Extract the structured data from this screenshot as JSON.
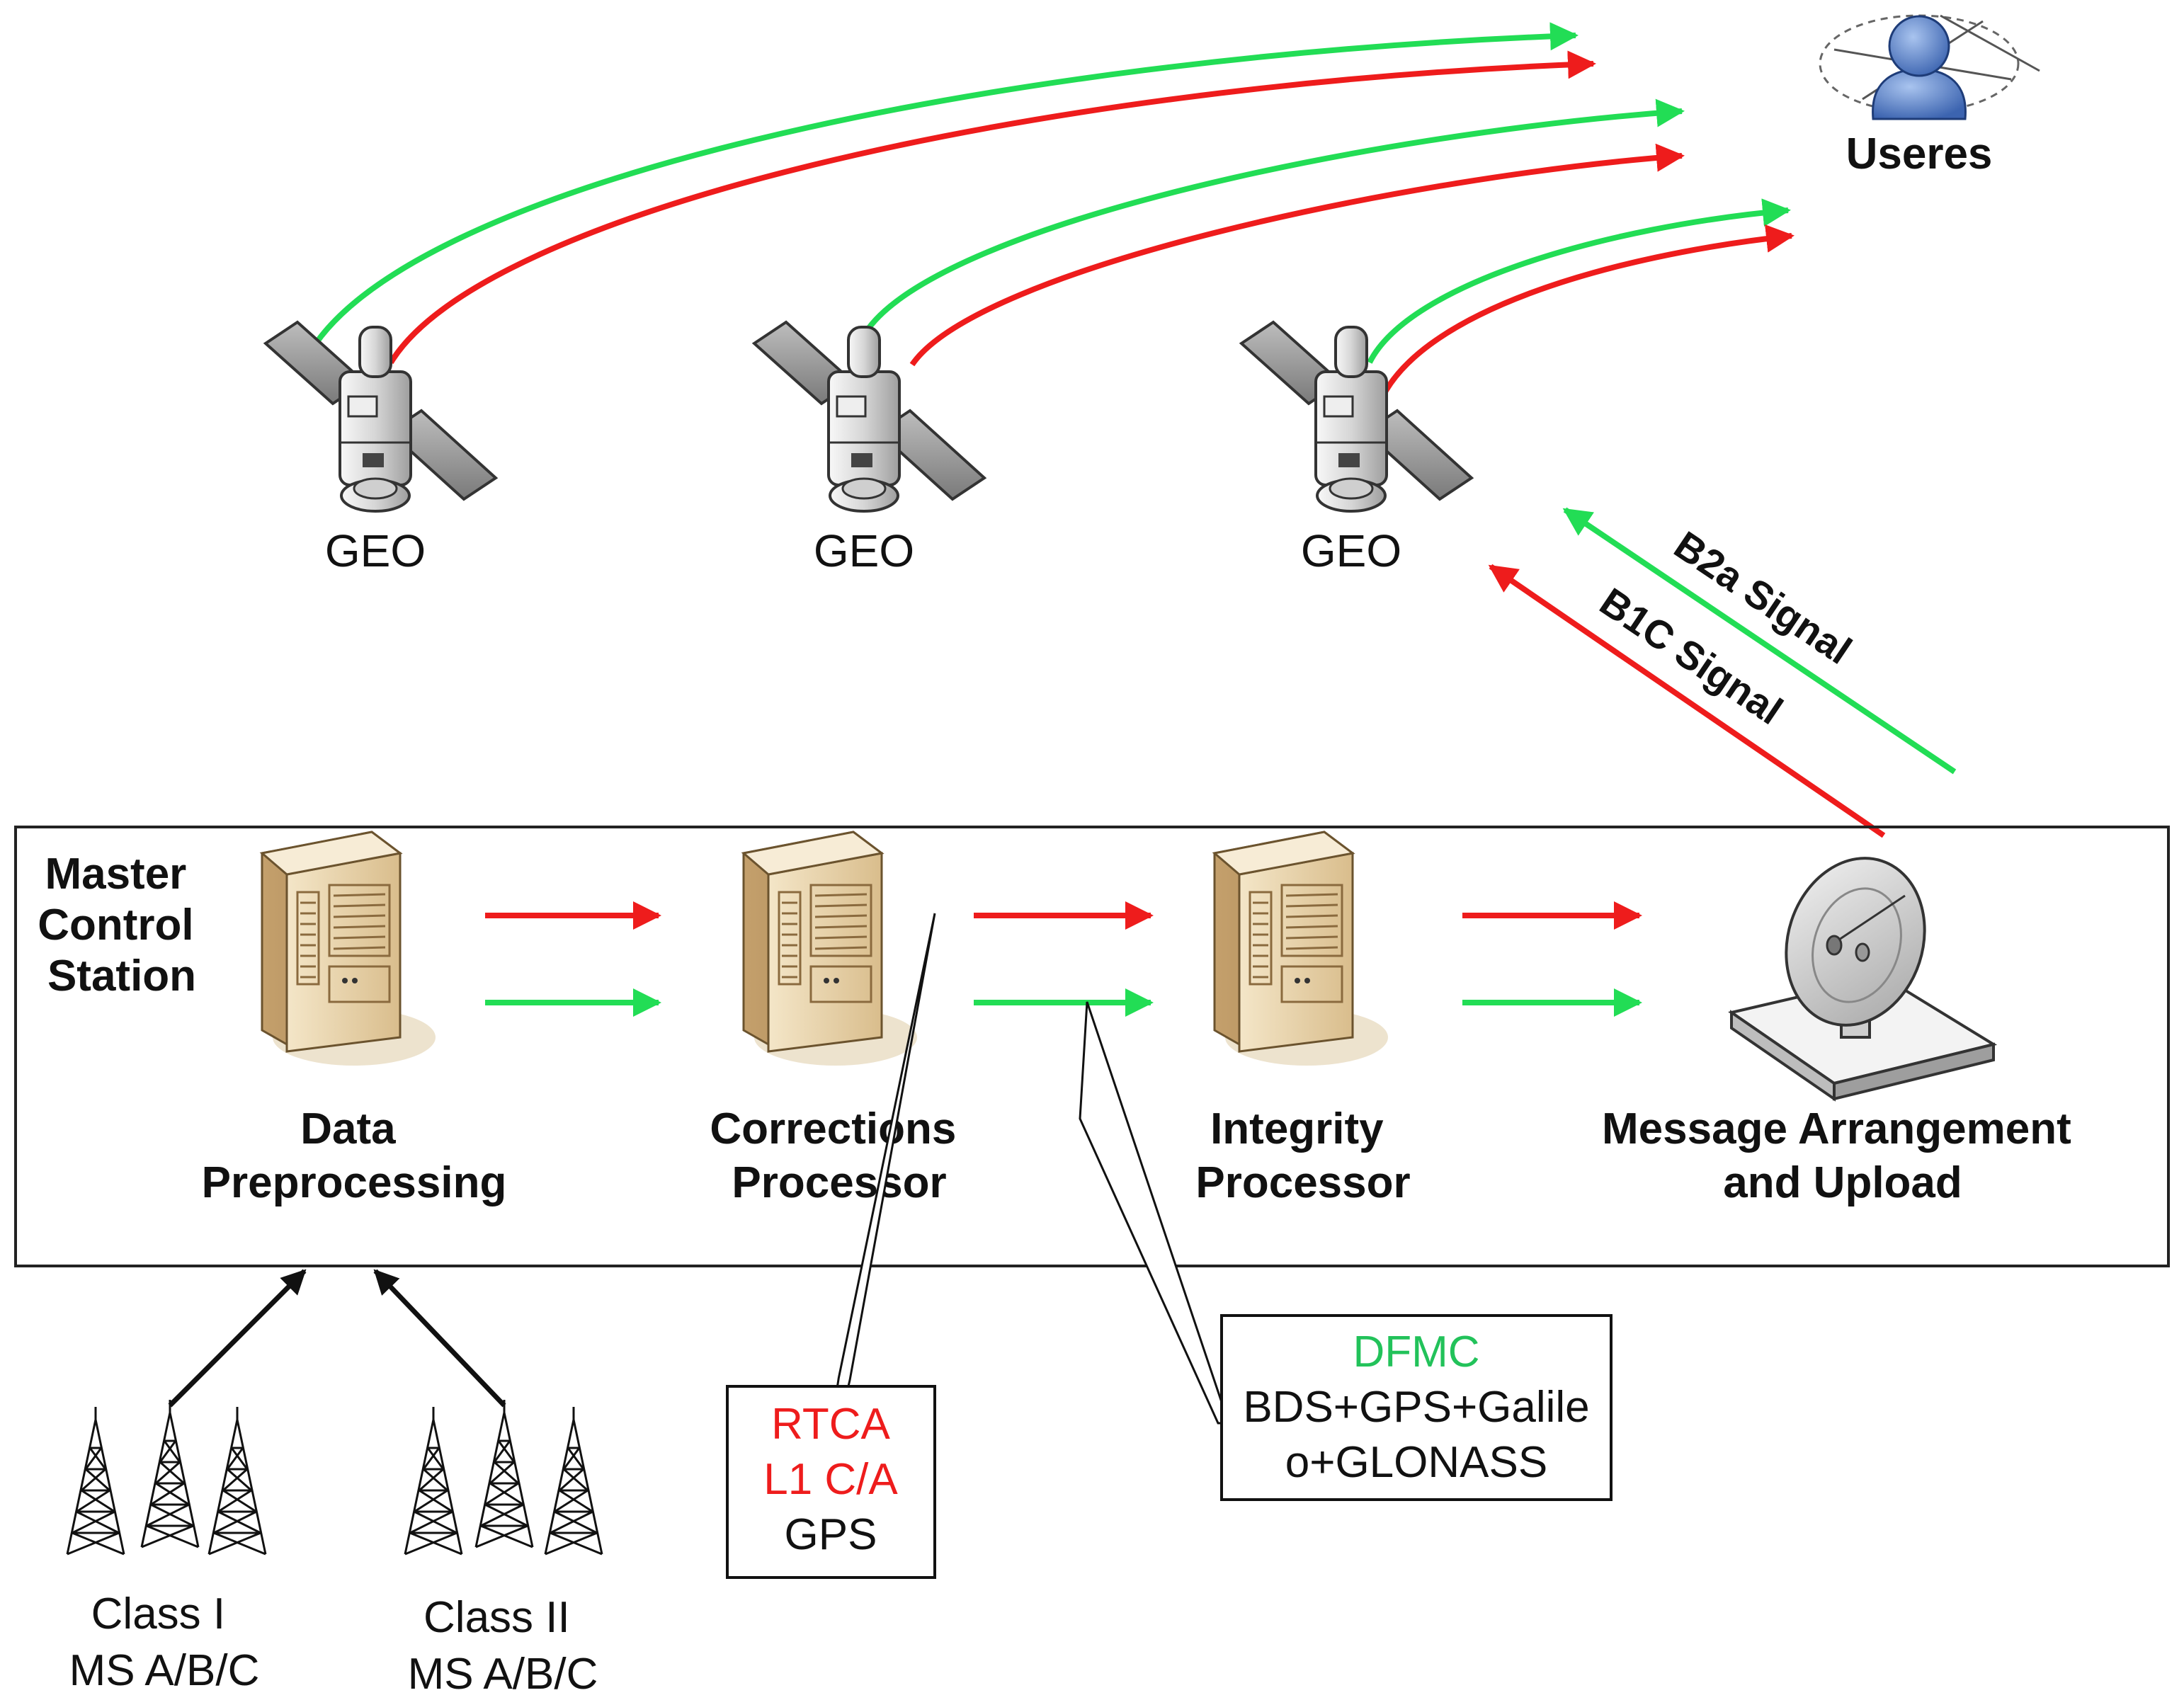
{
  "colors": {
    "b1c_signal": "#ee1c1c",
    "b2a_signal": "#22dd55",
    "rtca_text": "#ee1c1c",
    "dfmc_text": "#22c25a",
    "border": "#222222",
    "server_body": "#e9d8b4",
    "server_dark": "#c9aa7a"
  },
  "users": {
    "label": "Useres",
    "icon": "user-icon"
  },
  "satellites": [
    {
      "label": "GEO",
      "icon": "satellite-icon"
    },
    {
      "label": "GEO",
      "icon": "satellite-icon"
    },
    {
      "label": "GEO",
      "icon": "satellite-icon"
    }
  ],
  "signals": {
    "b2a": "B2a Signal",
    "b1c": "B1C Signal"
  },
  "master_station": {
    "title_lines": [
      "Master",
      "Control",
      "Station"
    ],
    "stages": [
      {
        "lines": [
          "Data",
          "Preprocessing"
        ],
        "icon": "server-icon"
      },
      {
        "lines": [
          "Corrections",
          "Processor"
        ],
        "icon": "server-icon"
      },
      {
        "lines": [
          "Integrity",
          "Processor"
        ],
        "icon": "server-icon"
      },
      {
        "lines": [
          "Message Arrangement",
          "and Upload"
        ],
        "icon": "satellite-dish-icon"
      }
    ]
  },
  "callouts": {
    "rtca": {
      "line1": "RTCA",
      "line2": "L1 C/A",
      "line3": "GPS"
    },
    "dfmc": {
      "line1": "DFMC",
      "line2": "BDS+GPS+Galile",
      "line3": "o+GLONASS"
    }
  },
  "monitor_stations": [
    {
      "lines": [
        "Class I",
        "MS A/B/C"
      ],
      "icon": "antenna-tower-icon"
    },
    {
      "lines": [
        "Class II",
        "MS A/B/C"
      ],
      "icon": "antenna-tower-icon"
    }
  ]
}
